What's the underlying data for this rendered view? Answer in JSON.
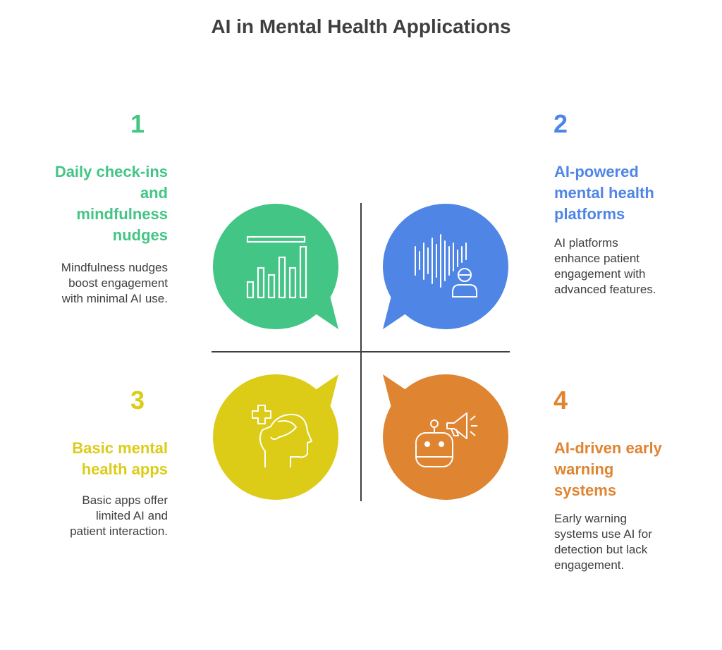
{
  "title": "AI in Mental Health Applications",
  "colors": {
    "green": "#43c585",
    "blue": "#4f86e6",
    "yellow": "#dccc17",
    "orange": "#df8431",
    "axis": "#3f3f3f",
    "text": "#3f3f3f"
  },
  "quadrants": [
    {
      "number": "1",
      "heading": "Daily check-ins\nand\nmindfulness\nnudges",
      "description": "Mindfulness nudges\nboost engagement\nwith minimal AI use.",
      "icon": "bar-chart-icon"
    },
    {
      "number": "2",
      "heading": "AI-powered\nmental health\nplatforms",
      "description": "AI platforms\nenhance patient\nengagement with\nadvanced features.",
      "icon": "voice-user-icon"
    },
    {
      "number": "3",
      "heading": "Basic mental\nhealth apps",
      "description": "Basic apps offer\nlimited AI and\npatient interaction.",
      "icon": "head-medical-cross-icon"
    },
    {
      "number": "4",
      "heading": "AI-driven early\nwarning\nsystems",
      "description": "Early warning\nsystems use AI for\ndetection but lack\nengagement.",
      "icon": "robot-megaphone-icon"
    }
  ]
}
